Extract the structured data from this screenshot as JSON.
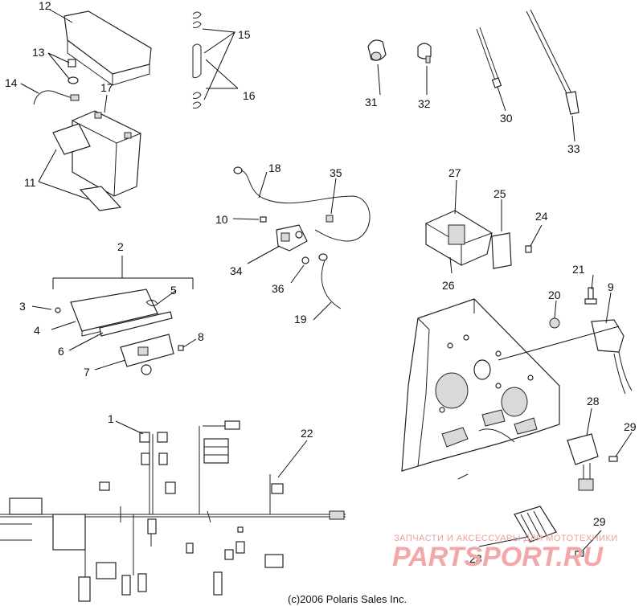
{
  "diagram": {
    "labels": {
      "n1": "1",
      "n2": "2",
      "n3": "3",
      "n4": "4",
      "n5": "5",
      "n6": "6",
      "n7": "7",
      "n8": "8",
      "n9": "9",
      "n10": "10",
      "n11": "11",
      "n12": "12",
      "n13": "13",
      "n14": "14",
      "n15": "15",
      "n16": "16",
      "n17": "17",
      "n18": "18",
      "n19": "19",
      "n20": "20",
      "n21": "21",
      "n22": "22",
      "n23": "23",
      "n24": "24",
      "n25": "25",
      "n26": "26",
      "n27": "27",
      "n28": "28",
      "n29a": "29",
      "n29b": "29",
      "n30": "30",
      "n31": "31",
      "n32": "32",
      "n33": "33",
      "n34": "34",
      "n35": "35",
      "n36": "36"
    },
    "copyright": "(c)2006 Polaris Sales Inc.",
    "watermark": {
      "tagline": "ЗАПЧАСТИ И АКСЕССУАРЫ ДЛЯ МОТОТЕХНИКИ",
      "logo": "PARTSPORT.RU",
      "color": "#f2a8a8"
    }
  }
}
